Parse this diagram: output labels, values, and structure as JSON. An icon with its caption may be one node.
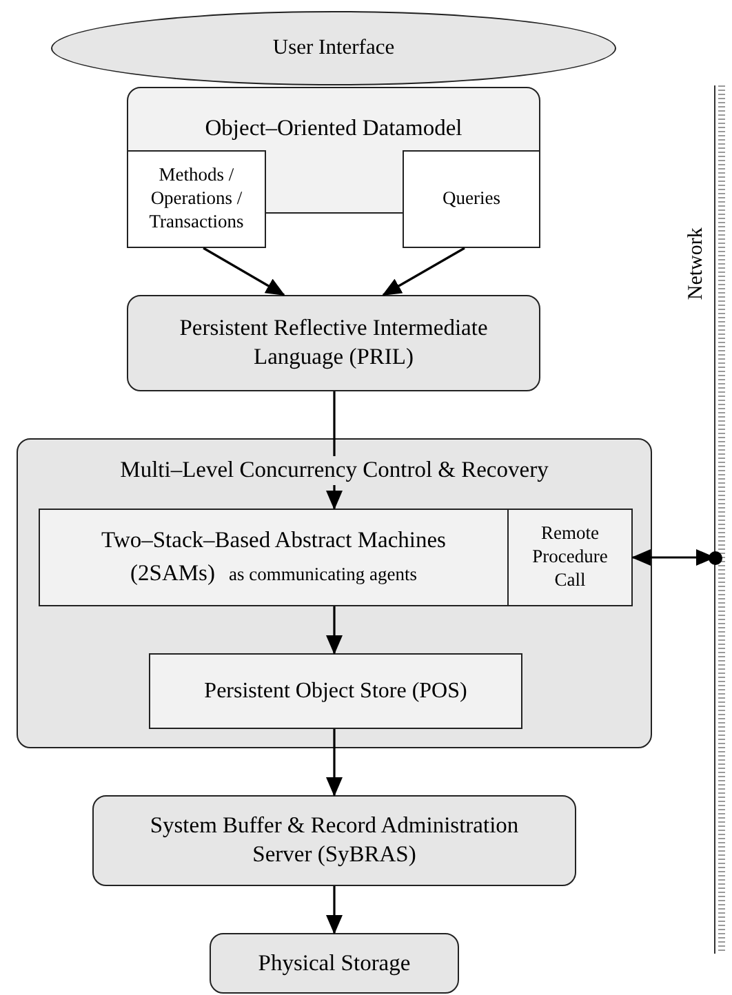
{
  "diagram": {
    "nodes": [
      {
        "text": [
          "User Interface"
        ]
      },
      {
        "text": [
          "Object–Oriented Datamodel"
        ]
      },
      {
        "text": [
          "Methods / Operations / Transactions"
        ]
      },
      {
        "text": [
          "Queries"
        ]
      },
      {
        "text": [
          "Persistent Reflective Intermediate Language (PRIL)"
        ]
      },
      {
        "text": [
          "Multi–Level Concurrency Control & Recovery"
        ]
      },
      {
        "text": [
          "Two–Stack–Based Abstract Machines (2SAMs)",
          "as communicating agents"
        ],
        "in": 5
      },
      {
        "text": [
          "Remote Procedure Call"
        ],
        "in": 5
      },
      {
        "text": [
          "Persistent Object Store (POS)"
        ],
        "in": 5
      },
      {
        "text": [
          "System Buffer & Record Administration Server (SyBRAS)"
        ]
      },
      {
        "text": [
          "Physical Storage"
        ]
      },
      {
        "text": [
          "Network"
        ]
      }
    ],
    "edges": [
      {
        "from": 2,
        "to": 4,
        "arrow": "to"
      },
      {
        "from": 3,
        "to": 4,
        "arrow": "to"
      },
      {
        "from": 4,
        "to": 6,
        "arrow": "to"
      },
      {
        "from": 6,
        "to": 8,
        "arrow": "to"
      },
      {
        "from": 8,
        "to": 9,
        "arrow": "to"
      },
      {
        "from": 9,
        "to": 10,
        "arrow": "to"
      },
      {
        "from": 7,
        "to": 11,
        "arrow": "both"
      }
    ]
  }
}
